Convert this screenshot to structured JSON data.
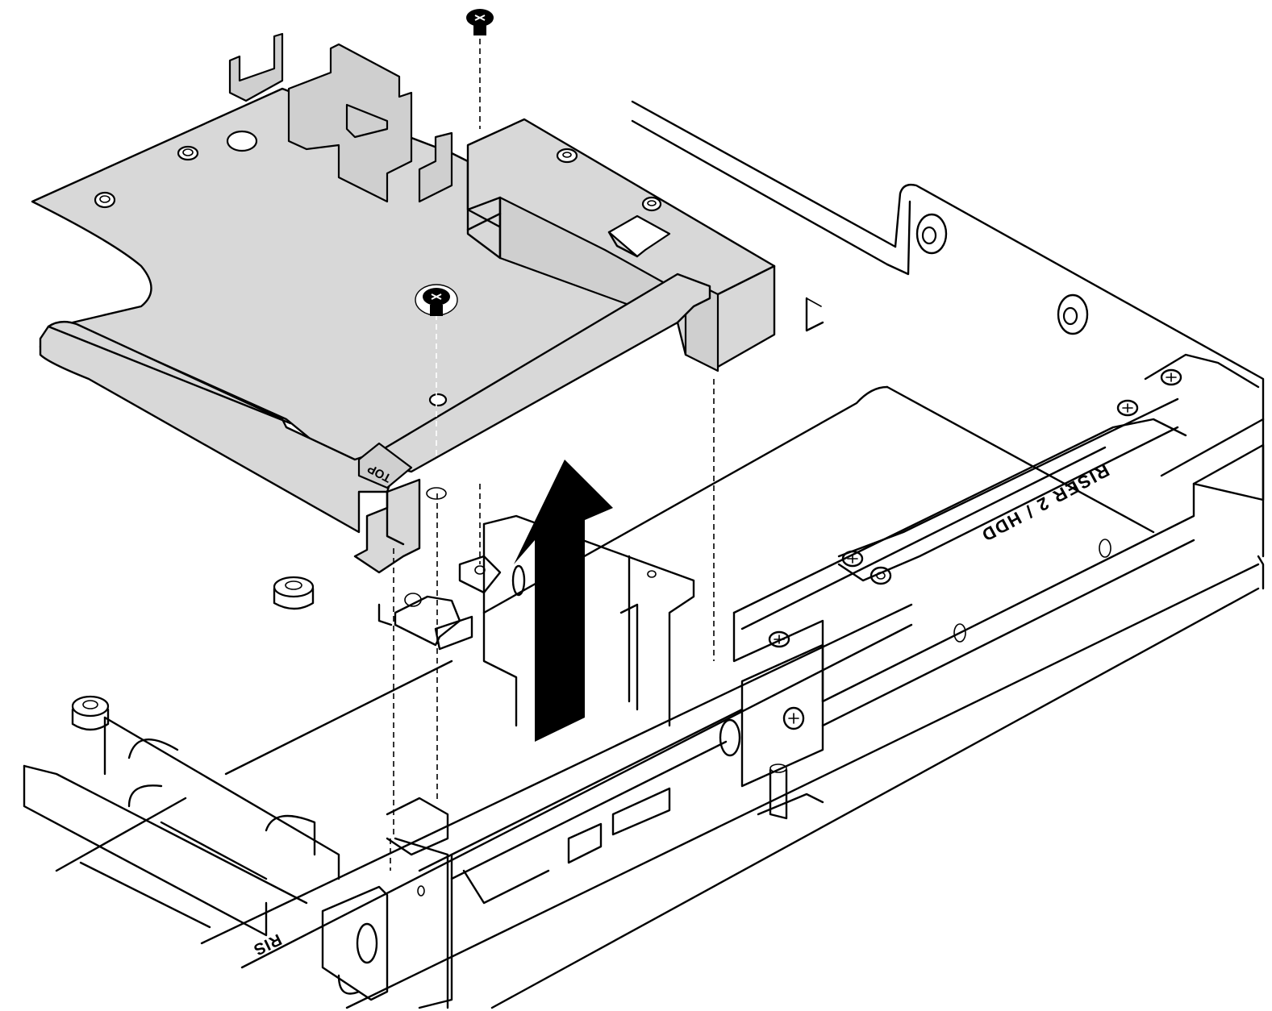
{
  "labels": {
    "riser_hdd": "RISER 2 / HDD",
    "top": "TOP",
    "riser_partial": "RIS"
  },
  "colors": {
    "bracket_fill": "#d8d8d8",
    "line": "#000000",
    "background": "#ffffff"
  },
  "icons": {
    "removal_arrow": "arrow-up-icon",
    "screw": "screw-icon"
  }
}
